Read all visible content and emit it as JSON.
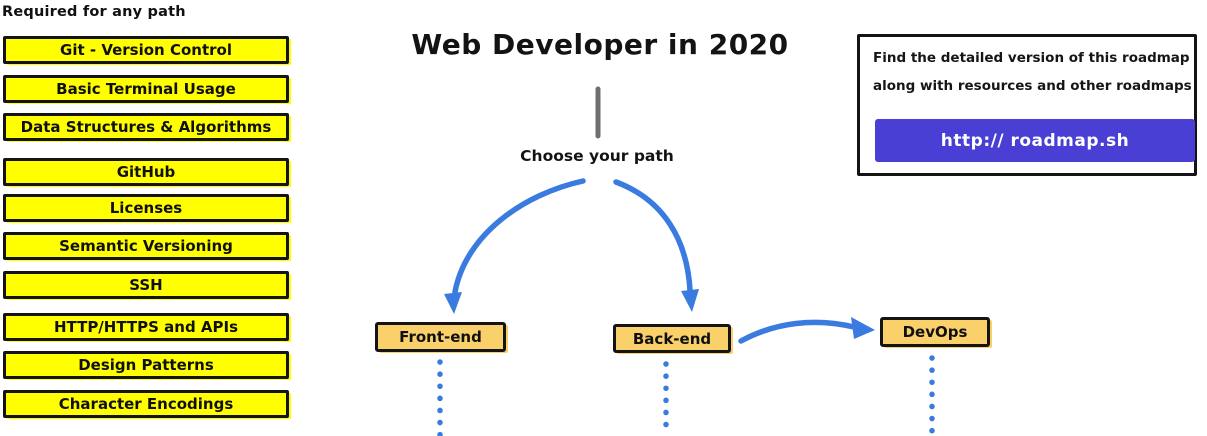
{
  "header": {
    "required_label": "Required for any path",
    "title": "Web Developer in 2020",
    "choose_path_label": "Choose your path"
  },
  "required": {
    "items": [
      "Git - Version Control",
      "Basic Terminal Usage",
      "Data Structures & Algorithms",
      "GitHub",
      "Licenses",
      "Semantic Versioning",
      "SSH",
      "HTTP/HTTPS and APIs",
      "Design Patterns",
      "Character Encodings"
    ]
  },
  "paths": {
    "frontend": "Front-end",
    "backend": "Back-end",
    "devops": "DevOps"
  },
  "info_box": {
    "line1": "Find the detailed version of this roadmap",
    "line2": "along with resources and other roadmaps",
    "button_label": "http:// roadmap.sh"
  },
  "colors": {
    "highlight_yellow": "#ffff00",
    "node_orange": "#fad06a",
    "arrow_blue": "#3a7be0",
    "button_purple": "#4a3fd4",
    "divider_gray": "#6f6f6f",
    "border_black": "#141414"
  }
}
